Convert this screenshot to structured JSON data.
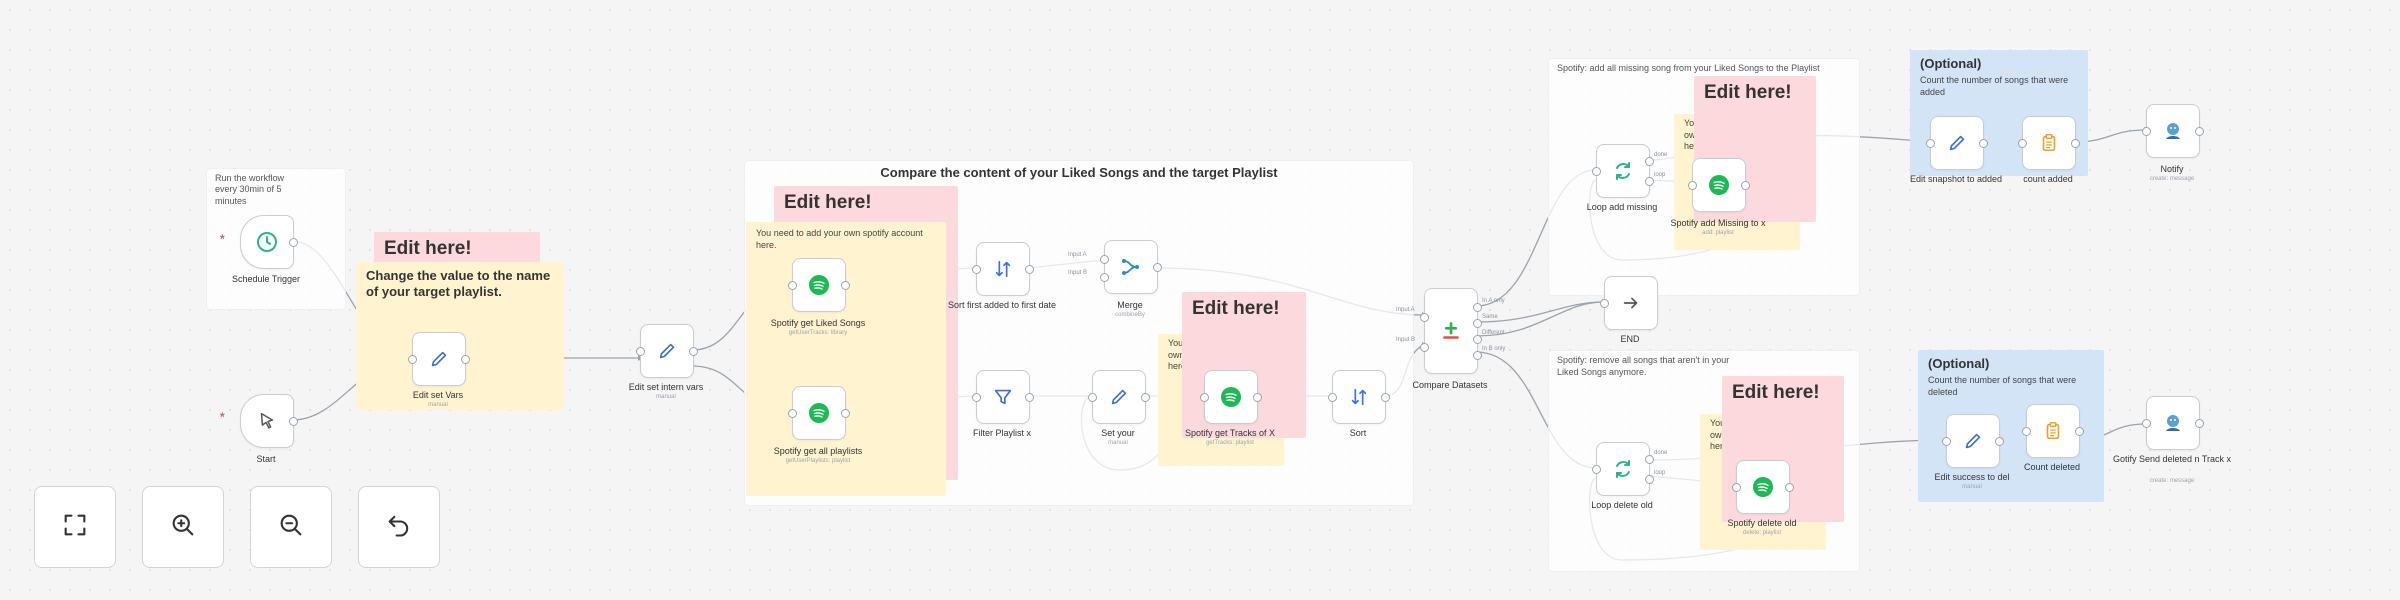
{
  "groups": {
    "compare_title": "Compare the content of your Liked Songs and the target Playlist",
    "add_title": "Spotify: add all missing song from your Liked Songs to the Playlist",
    "remove_title": "Spotify: remove all songs that aren't in your Liked Songs anymore.",
    "schedule_note": "Run the workflow every 30min of 5 minutes"
  },
  "stickies": {
    "edit_here": "Edit here!",
    "edit_vars_body": "Change the value to the name of your target playlist.",
    "spotify_account_body": "You need to add your own spotify account here.",
    "you_own_here": "You own here",
    "optional": "(Optional)",
    "optional_added_body": "Count the number of songs that were added",
    "optional_deleted_body": "Count the number of songs that were deleted"
  },
  "nodes": {
    "schedule": {
      "label": "Schedule Trigger",
      "sub": ""
    },
    "start": {
      "label": "Start",
      "sub": ""
    },
    "edit_vars": {
      "label": "Edit set Vars",
      "sub": "manual"
    },
    "edit_intern": {
      "label": "Edit set intern vars",
      "sub": "manual"
    },
    "get_liked": {
      "label": "Spotify get Liked Songs",
      "sub": "getUserTracks: library"
    },
    "get_playlists": {
      "label": "Spotify get all playlists",
      "sub": "getUserPlaylists: playlist"
    },
    "sort_first": {
      "label": "Sort first added to first date",
      "sub": ""
    },
    "filter_playlist": {
      "label": "Filter Playlist x",
      "sub": ""
    },
    "merge": {
      "label": "Merge",
      "sub": "combineBy"
    },
    "set_uri": {
      "label": "Set your",
      "sub": "manual"
    },
    "get_tracks": {
      "label": "Spotify get Tracks of X",
      "sub": "getTracks: playlist"
    },
    "sort": {
      "label": "Sort",
      "sub": ""
    },
    "compare": {
      "label": "Compare Datasets",
      "sub": ""
    },
    "loop_add": {
      "label": "Loop add missing",
      "sub": ""
    },
    "spotify_add": {
      "label": "Spotify add Missing to x",
      "sub": "add: playlist"
    },
    "end": {
      "label": "END",
      "sub": ""
    },
    "edit_snapshot": {
      "label": "Edit snapshot to added",
      "sub": ""
    },
    "count_added": {
      "label": "count added",
      "sub": ""
    },
    "notify_added": {
      "label": "Notify",
      "sub": "create: message"
    },
    "loop_delete": {
      "label": "Loop delete old",
      "sub": ""
    },
    "spotify_delete": {
      "label": "Spotify delete old",
      "sub": "delete: playlist"
    },
    "edit_success": {
      "label": "Edit success to del",
      "sub": "manual"
    },
    "count_deleted": {
      "label": "Count deleted",
      "sub": ""
    },
    "notify_deleted": {
      "label": "Gotify Send deleted n Track x",
      "sub": "create: message"
    }
  },
  "ports": {
    "in_a": "Input A",
    "in_b": "Input B",
    "in_a_only": "In A only",
    "same": "Same",
    "different": "Different",
    "in_b_only": "In B only",
    "done": "done",
    "loop": "loop"
  },
  "controls": {
    "fit": "fit-view",
    "zoom_in": "zoom-in",
    "zoom_out": "zoom-out",
    "undo": "undo"
  },
  "colors": {
    "spotify": "#1db954",
    "accent": "#3b7ddd",
    "required": "#e05c5c"
  }
}
